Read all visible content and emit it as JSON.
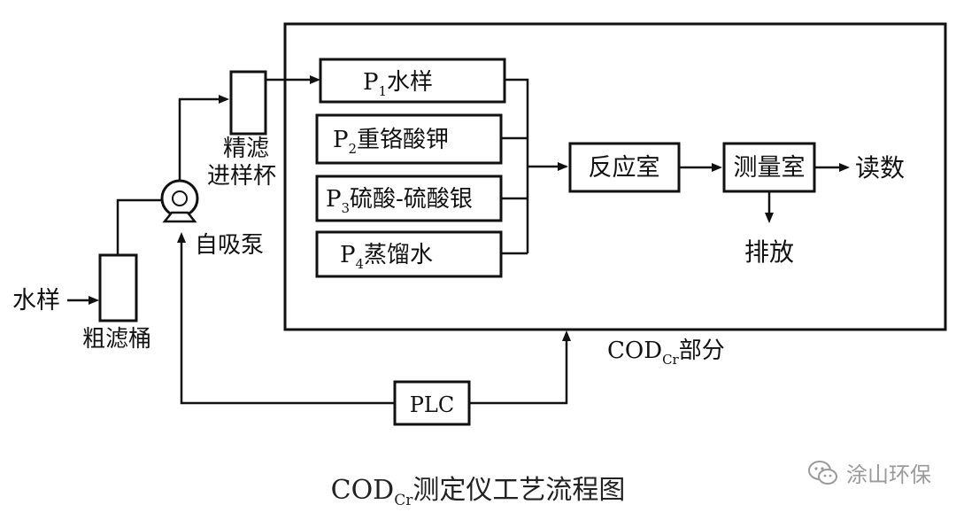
{
  "diagram": {
    "p_boxes": [
      {
        "sub": "1",
        "text": "水样"
      },
      {
        "sub": "2",
        "text": "重铬酸钾"
      },
      {
        "sub": "3",
        "text": "硫酸-硫酸银"
      },
      {
        "sub": "4",
        "text": "蒸馏水"
      }
    ],
    "p_letter": "P",
    "reaction": "反应室",
    "measure": "测量室",
    "reading": "读数",
    "discharge": "排放",
    "fine_filter": [
      "精滤",
      "进样杯"
    ],
    "pump": "自吸泵",
    "coarse_filter": "粗滤桶",
    "water_sample": "水样",
    "plc": "PLC",
    "cod_part": {
      "main": "COD",
      "sub": "Cr",
      "suffix": "部分"
    }
  },
  "caption": {
    "main": "COD",
    "sub": "Cr",
    "suffix": "测定仪工艺流程图"
  },
  "watermark": {
    "text": "涂山环保",
    "icon": "wechat-icon"
  }
}
